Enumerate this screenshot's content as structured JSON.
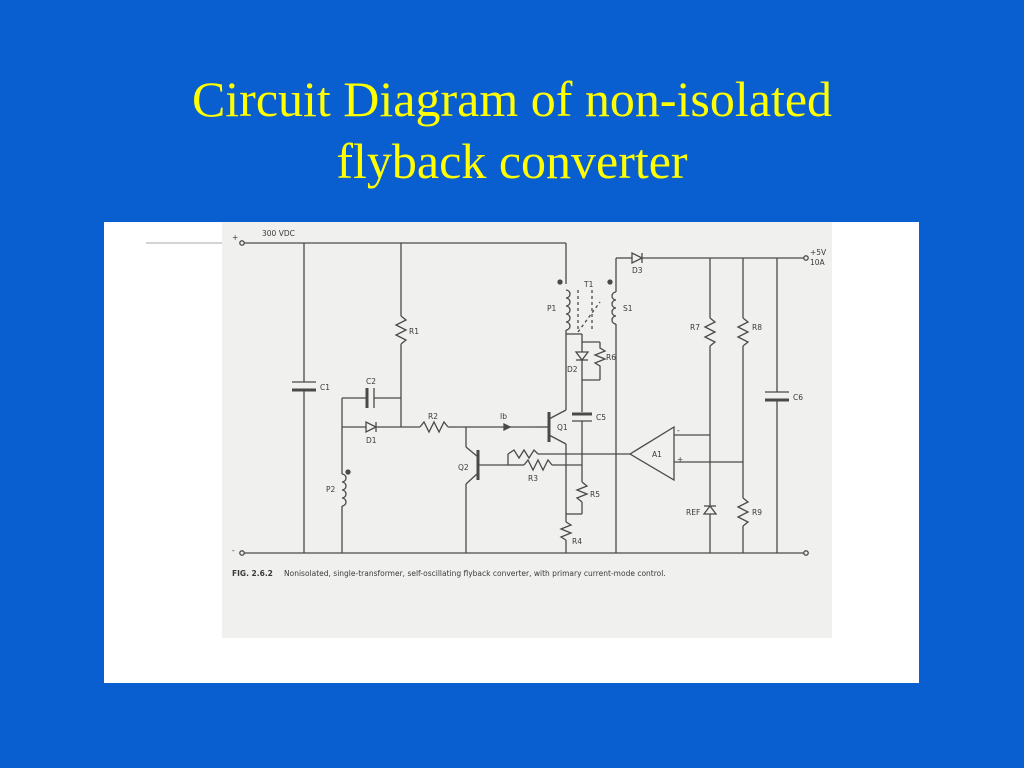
{
  "slide": {
    "title_line1": "Circuit Diagram of non-isolated",
    "title_line2": "flyback converter"
  },
  "colors": {
    "background": "#0a5fd0",
    "title": "#ffff00",
    "panel": "#ffffff",
    "ink": "#4a4a4a"
  },
  "diagram": {
    "input_label": "300 VDC",
    "plus": "+",
    "minus": "-",
    "output_voltage": "+5V",
    "output_current": "10A",
    "components": {
      "c1": "C1",
      "c2": "C2",
      "c5": "C5",
      "c6": "C6",
      "d1": "D1",
      "d2": "D2",
      "d3": "D3",
      "r1": "R1",
      "r2": "R2",
      "r3": "R3",
      "r4": "R4",
      "r5": "R5",
      "r6": "R6",
      "r7": "R7",
      "r8": "R8",
      "r9": "R9",
      "p1": "P1",
      "p2": "P2",
      "s1": "S1",
      "t1": "T1",
      "q1": "Q1",
      "q2": "Q2",
      "a1": "A1",
      "ref": "REF",
      "ib": "Ib"
    },
    "caption_fig": "FIG. 2.6.2",
    "caption_text": "Nonisolated, single-transformer, self-oscillating flyback converter, with primary current-mode control."
  }
}
